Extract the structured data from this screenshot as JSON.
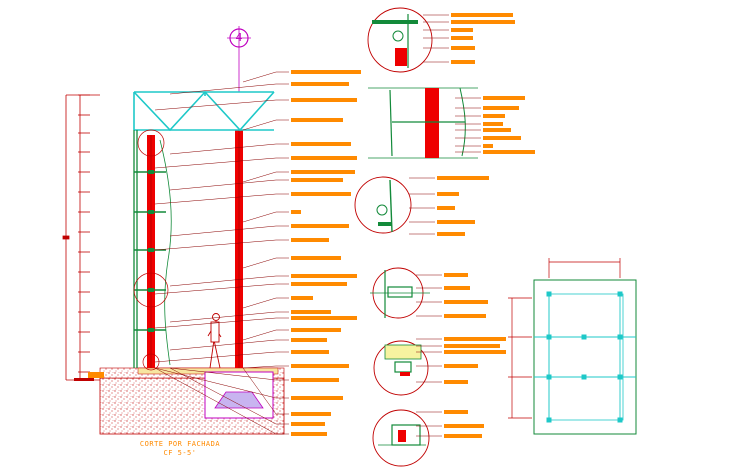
{
  "drawing": {
    "section_tag": "4",
    "caption_line1": "CORTE POR FACHADA",
    "caption_line2": "CF 5-5'"
  },
  "colors": {
    "note_orange": "#ff8a00",
    "column_red": "#ee0000",
    "structure_green": "#138a3a",
    "truss_cyan": "#1ec8c8",
    "dimension_red": "#c00000",
    "tag_magenta": "#c000c0",
    "fill_speckle": "#d24a4a"
  },
  "icons": [
    "section-marker-icon",
    "person-scale-figure-icon",
    "detail-callout-circle-icon"
  ]
}
